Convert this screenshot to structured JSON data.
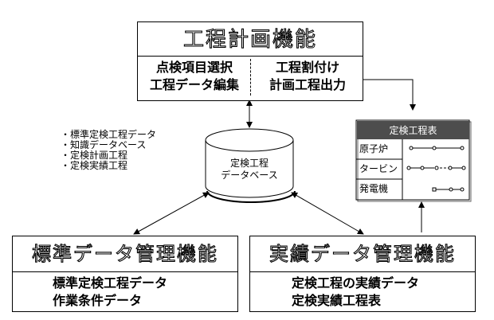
{
  "planning": {
    "title": "工程計画機能",
    "left_items": [
      "点検項目選択",
      "工程データ編集"
    ],
    "right_items": [
      "工程割付け",
      "計画工程出力"
    ]
  },
  "database": {
    "label_lines": [
      "定検工程",
      "データベース"
    ],
    "contents": [
      "標準定検工程データ",
      "知識データベース",
      "定検計画工程",
      "定検実績工程"
    ]
  },
  "schedule_table": {
    "header": "定検工程表",
    "rows": [
      "原子炉",
      "タービン",
      "発電機"
    ]
  },
  "standard_data": {
    "title": "標準データ管理機能",
    "items": [
      "標準定検工程データ",
      "作業条件データ"
    ]
  },
  "actual_data": {
    "title": "実績データ管理機能",
    "items": [
      "定検工程の実績データ",
      "定検実績工程表"
    ]
  }
}
